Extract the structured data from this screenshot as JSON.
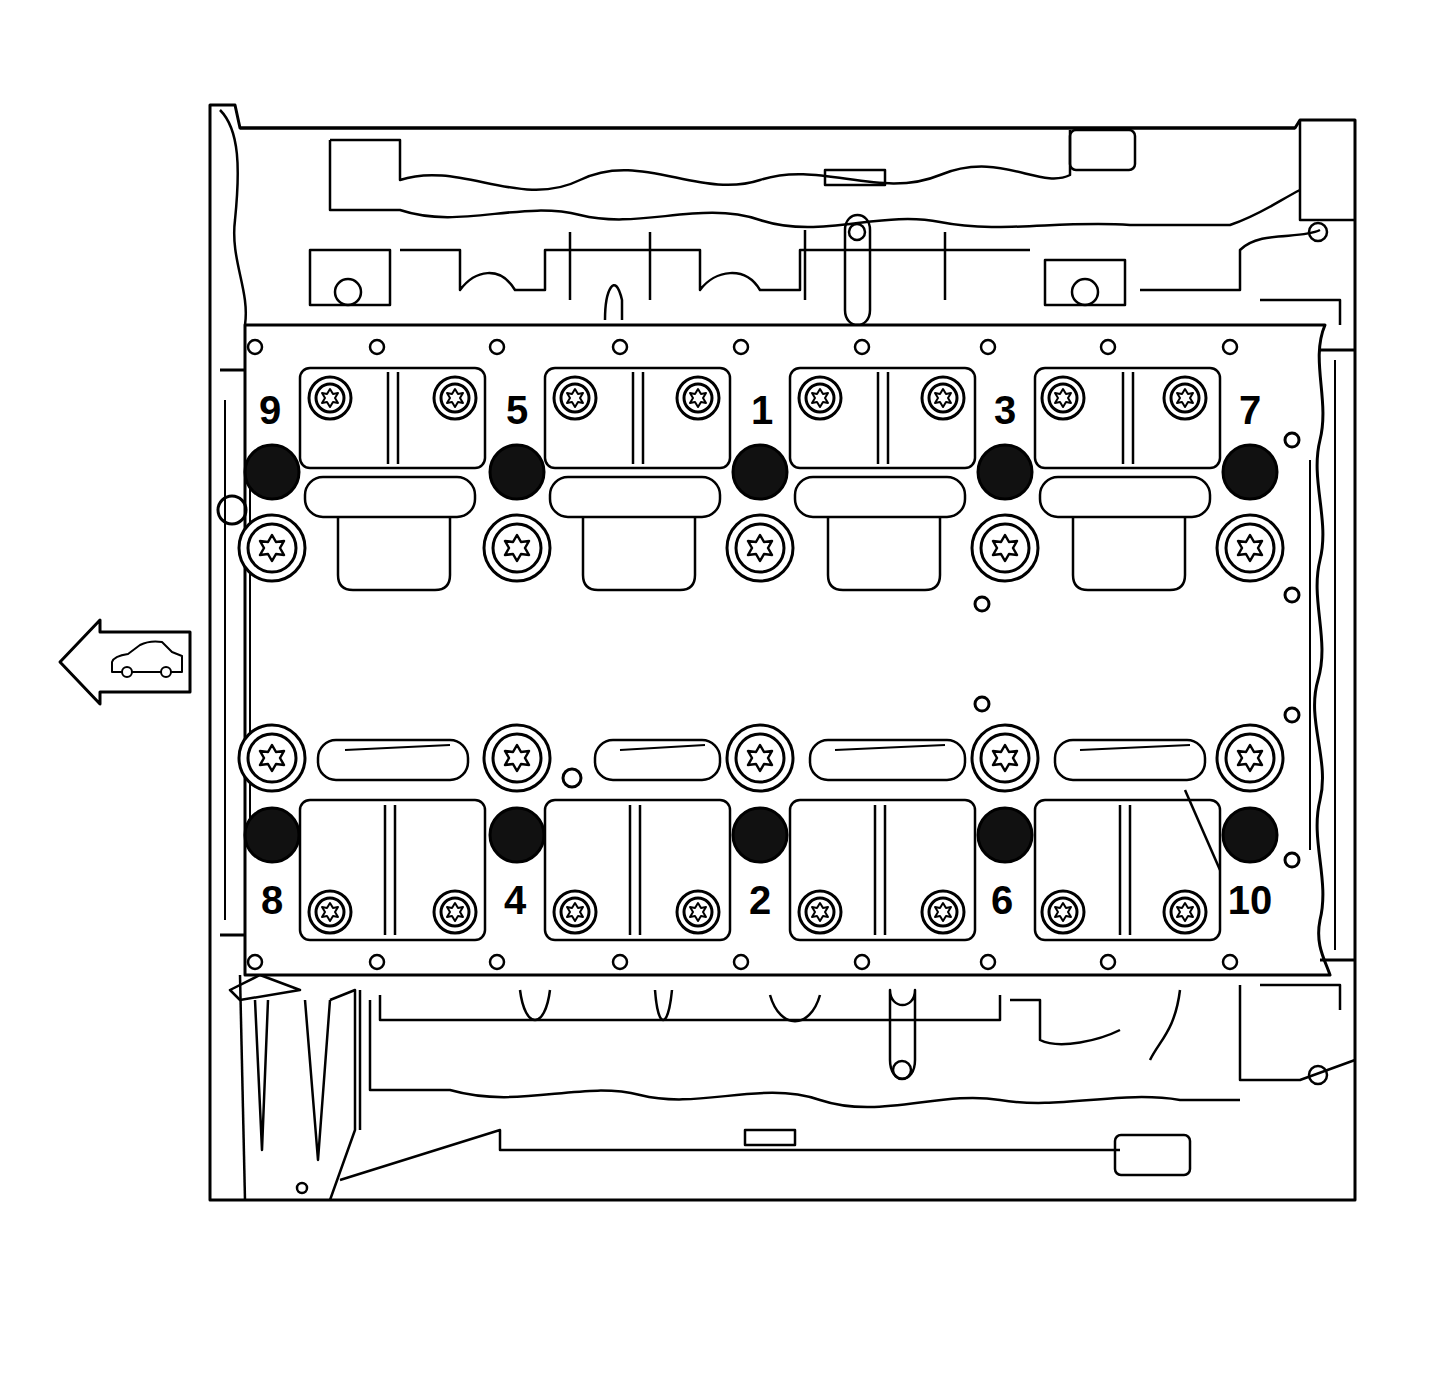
{
  "diagram": {
    "labels": [
      "9",
      "5",
      "1",
      "3",
      "7",
      "8",
      "4",
      "2",
      "6",
      "10"
    ]
  }
}
